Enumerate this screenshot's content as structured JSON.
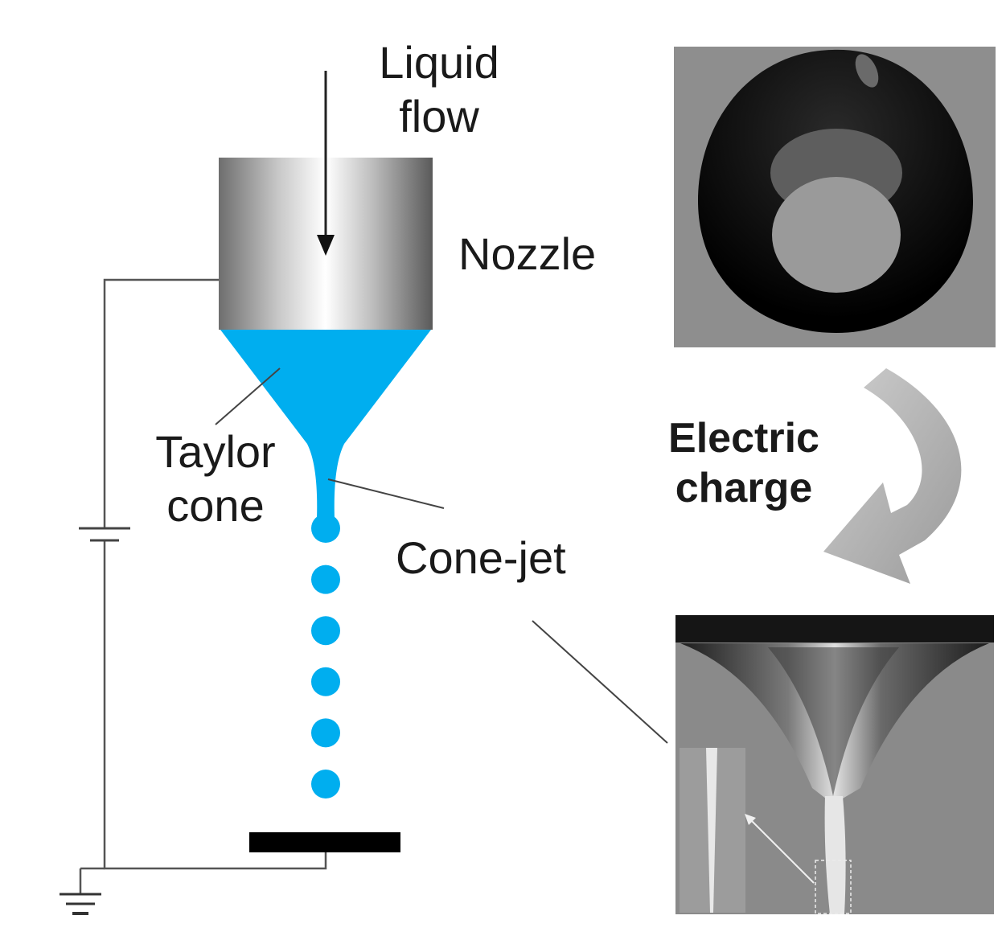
{
  "labels": {
    "liquid_flow": [
      "Liquid",
      "flow"
    ],
    "nozzle": "Nozzle",
    "taylor_cone": [
      "Taylor",
      "cone"
    ],
    "cone_jet": "Cone-jet",
    "electric_charge": [
      "Electric",
      "charge"
    ]
  },
  "colors": {
    "liquid": "#00aeef",
    "line": "#555555",
    "substrate": "#000000",
    "photo_background": "#8c8c8c",
    "arrow": "#b5b5b5"
  },
  "droplet_count": 6,
  "icons": {
    "flow_arrow": "down-arrow-icon",
    "battery": "battery-symbol-icon",
    "ground": "ground-symbol-icon",
    "charge_arrow": "curved-arrow-icon"
  }
}
